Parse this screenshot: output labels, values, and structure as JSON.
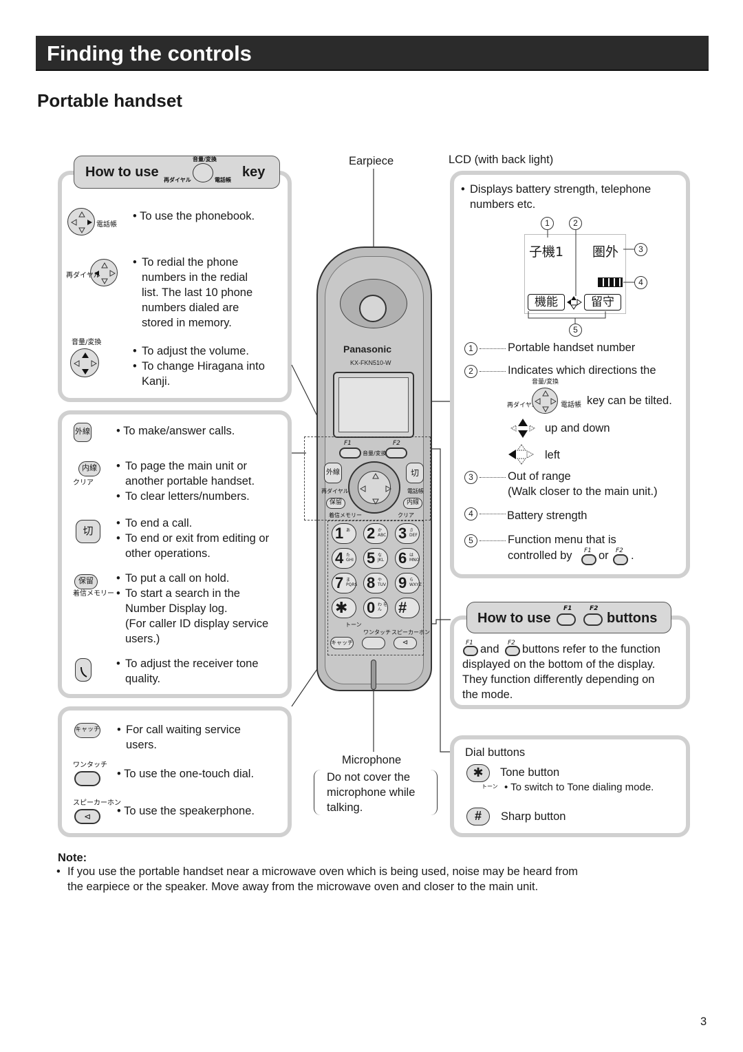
{
  "header": {
    "title": "Finding the controls",
    "section": "Portable handset"
  },
  "how_to_key": {
    "tab_prefix": "How to use",
    "tab_suffix": "key",
    "jp_top": "音量/変換",
    "jp_left": "再ダイヤル",
    "jp_right": "電話帳",
    "phonebook": "To use the phonebook.",
    "redial": [
      "To redial the phone",
      "numbers in the redial",
      "list. The last 10 phone",
      "numbers dialed are",
      "stored in memory."
    ],
    "volume": "To adjust the volume.",
    "kanji": [
      "To change Hiragana into",
      "Kanji."
    ]
  },
  "keys_panel": {
    "gaisen": "外線",
    "gaisen_text": "To make/answer calls.",
    "naisen": "内線",
    "clear": "クリア",
    "naisen_text": [
      "To page the main unit or",
      "another portable handset."
    ],
    "clear_text": "To clear letters/numbers.",
    "kiri": "切",
    "kiri_text": [
      "To end a call.",
      "To end or exit from editing or",
      "other operations."
    ],
    "horyu": "保留",
    "memory": "着信メモリー",
    "horyu_text": [
      "To put a call on hold.",
      "To start a search in the",
      "Number Display log.",
      "(For caller ID display service",
      "users.)"
    ],
    "tone_text": [
      "To adjust the receiver tone",
      "quality."
    ]
  },
  "keys_panel2": {
    "catch": "キャッチ",
    "catch_text": [
      "For call waiting service",
      "users."
    ],
    "onetouch": "ワンタッチ",
    "onetouch_text": "To use the one-touch dial.",
    "speaker": "スピーカーホン",
    "speaker_text": "To use the speakerphone."
  },
  "phone": {
    "earpiece": "Earpiece",
    "lcd_label": "LCD (with back light)",
    "brand": "Panasonic",
    "model": "KX-FKN510-W",
    "f1": "F1",
    "f2": "F2",
    "jp_vol": "音量/変換",
    "jp_redial": "再ダイヤル",
    "jp_book": "電話帳",
    "jp_gaisen": "外線",
    "jp_kiri": "切",
    "jp_horyu": "保留",
    "jp_naisen": "内線",
    "jp_mem": "着信メモリー",
    "jp_clear": "クリア",
    "keys": [
      {
        "d": "1",
        "s": "あ"
      },
      {
        "d": "2",
        "s": "か ABC"
      },
      {
        "d": "3",
        "s": "さ DEF"
      },
      {
        "d": "4",
        "s": "た GHI"
      },
      {
        "d": "5",
        "s": "な JKL"
      },
      {
        "d": "6",
        "s": "は MNO"
      },
      {
        "d": "7",
        "s": "ま PQRS"
      },
      {
        "d": "8",
        "s": "や TUV"
      },
      {
        "d": "9",
        "s": "ら WXYZ"
      },
      {
        "d": "✱",
        "s": ""
      },
      {
        "d": "0",
        "s": "わ をん"
      },
      {
        "d": "#",
        "s": ""
      }
    ],
    "tone_jp": "トーン",
    "onetouch_jp": "ワンタッチ",
    "speaker_jp": "スピーカーホン",
    "catch_jp": "キャッチ",
    "microphone": "Microphone",
    "mic_note": [
      "Do not cover the",
      "microphone while",
      "talking."
    ]
  },
  "lcd_panel": {
    "desc": [
      "Displays battery strength, telephone",
      "numbers etc."
    ],
    "screen_left": "子機1",
    "screen_right": "圏外",
    "screen_func_left": "機能",
    "screen_func_right": "留守",
    "items": [
      {
        "n": "1",
        "text": "Portable handset number"
      },
      {
        "n": "2",
        "text": "Indicates which directions the"
      },
      {
        "n": "3",
        "text": "Out of range"
      },
      {
        "n": "4",
        "text": "Battery strength"
      },
      {
        "n": "5",
        "text": "Function menu that is"
      }
    ],
    "key_tilted": "key can be tilted.",
    "up_down": "up and down",
    "left": "left",
    "walk_closer": "(Walk closer to the main unit.)",
    "controlled_by": "controlled by",
    "or": "or",
    "period": "."
  },
  "f_panel": {
    "tab_prefix": "How to use",
    "tab_suffix": "buttons",
    "and": "and",
    "text1": "buttons refer to the function",
    "lines": [
      "displayed on the bottom of the display.",
      "They function differently depending on",
      "the mode."
    ]
  },
  "dial_panel": {
    "title": "Dial buttons",
    "tone": "Tone button",
    "tone_jp": "トーン",
    "tone_desc": "To switch to Tone dialing mode.",
    "sharp": "Sharp button"
  },
  "note": {
    "label": "Note:",
    "lines": [
      "If you use the portable handset near a microwave oven which is being used, noise may be heard from",
      "the earpiece or the speaker. Move away from the microwave oven and closer to the main unit."
    ]
  },
  "page_number": "3"
}
